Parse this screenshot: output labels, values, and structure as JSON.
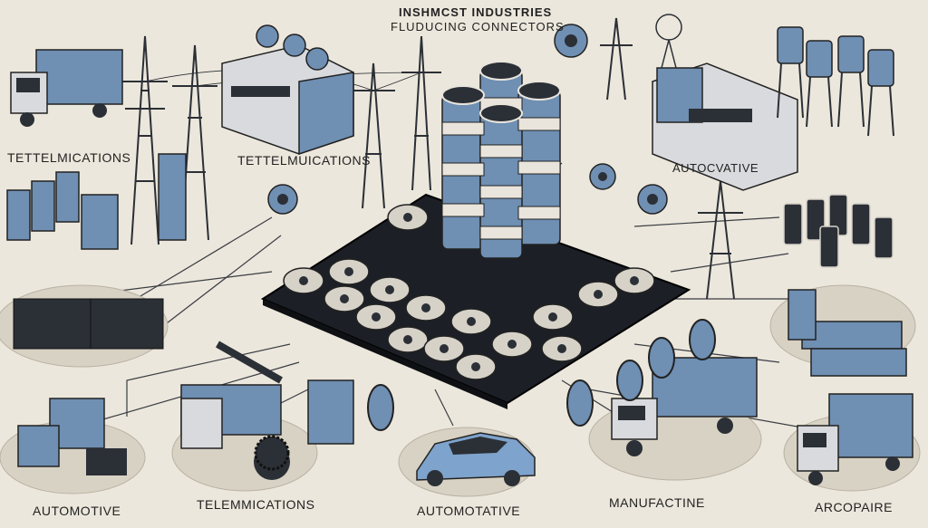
{
  "header": {
    "line1": "INSHMCST INDUSTRIES",
    "line2": "FLUDUCING CONNECTORS"
  },
  "labels": {
    "left_upper": "TETTELMICATIONS",
    "center_upper": "TETTELMUICATIONS",
    "right_upper": "AUTOCVATIVE",
    "bottom_left": "AUTOMOTIVE",
    "bottom_center_left": "TELEMMICATIONS",
    "bottom_center": "AUTOMOTATIVE",
    "bottom_center_right": "MANUFACTINE",
    "bottom_right": "ARCOPAIRE"
  },
  "colors": {
    "background": "#ece7dc",
    "steel_blue": "#6f8fb3",
    "dark": "#2b2f36",
    "board": "#1c1f26"
  },
  "icons": [
    "truck-icon",
    "transmission-tower-icon",
    "factory-icon",
    "connector-stack-icon",
    "car-icon",
    "server-rack-icon",
    "gear-icon",
    "wheel-icon"
  ]
}
